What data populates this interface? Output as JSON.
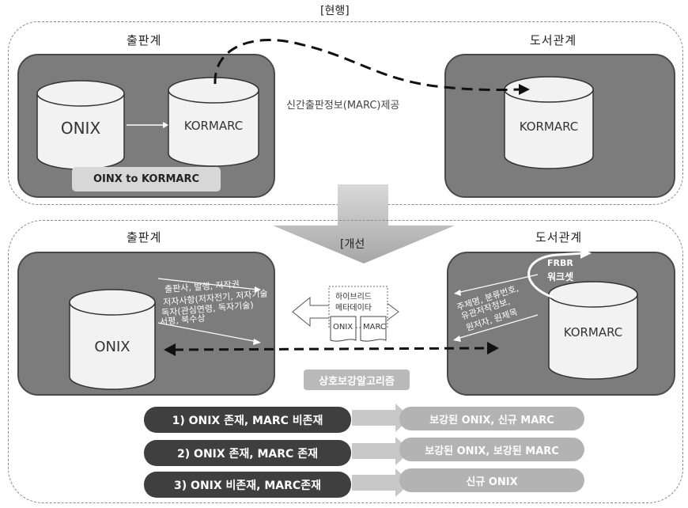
{
  "header": {
    "title": "[현행]"
  },
  "current": {
    "publisher_title": "출판계",
    "library_title": "도서관계",
    "onix_label": "ONIX",
    "kormarc_label": "KORMARC",
    "library_kormarc_label": "KORMARC",
    "conversion_label": "OINX to KORMARC",
    "provide_label": "신간출판정보(MARC)제공"
  },
  "improved": {
    "arrow_label": "[개선",
    "publisher_title": "출판계",
    "library_title": "도서관계",
    "onix_label": "ONIX",
    "kormarc_label": "KORMARC",
    "frbr_label": "FRBR",
    "workset_label": "워크셋",
    "hybrid_line1": "하이브리드",
    "hybrid_line2": "메타데이타",
    "hybrid_onix": "ONIX",
    "hybrid_marc": "MARC",
    "publisher_fields": [
      "출판사, 발행, 저작권",
      "저자사항(저자전기, 저자기술",
      "독자(관심연령, 독자기술)",
      "서평, 북수상"
    ],
    "library_fields": [
      "주제명, 분류번호,",
      "유관저작정보,",
      "원저자, 원제목"
    ],
    "algorithm_label": "상호보강알고리즘"
  },
  "cases": [
    {
      "condition": "1) ONIX 존재, MARC 비존재",
      "result": "보강된 ONIX, 신규 MARC"
    },
    {
      "condition": "2) ONIX 존재, MARC  존재",
      "result": "보강된 ONIX, 보강된 MARC"
    },
    {
      "condition": "3) ONIX 비존재, MARC존재",
      "result": "신규 ONIX"
    }
  ],
  "colors": {
    "panel": "#7c7c7c",
    "panel_border": "#4a4a4a",
    "pill_dark": "#3f3f3f",
    "pill_light": "#b3b3b3",
    "cylinder": "#f2f2f2"
  }
}
